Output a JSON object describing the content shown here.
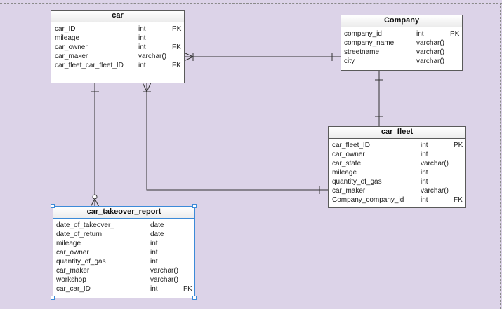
{
  "entities": {
    "car": {
      "name": "car",
      "rows": [
        {
          "field": "car_ID",
          "type": "int",
          "key": "PK"
        },
        {
          "field": "mileage",
          "type": "int",
          "key": ""
        },
        {
          "field": "car_owner",
          "type": "int",
          "key": "FK"
        },
        {
          "field": "car_maker",
          "type": "varchar()",
          "key": ""
        },
        {
          "field": "car_fleet_car_fleet_ID",
          "type": "int",
          "key": "FK"
        }
      ]
    },
    "company": {
      "name": "Company",
      "rows": [
        {
          "field": "company_id",
          "type": "int",
          "key": "PK"
        },
        {
          "field": "company_name",
          "type": "varchar()",
          "key": ""
        },
        {
          "field": "streetname",
          "type": "varchar()",
          "key": ""
        },
        {
          "field": "city",
          "type": "varchar()",
          "key": ""
        }
      ]
    },
    "car_fleet": {
      "name": "car_fleet",
      "rows": [
        {
          "field": "car_fleet_ID",
          "type": "int",
          "key": "PK"
        },
        {
          "field": "car_owner",
          "type": "int",
          "key": ""
        },
        {
          "field": "car_state",
          "type": "varchar()",
          "key": ""
        },
        {
          "field": "mileage",
          "type": "int",
          "key": ""
        },
        {
          "field": "quantity_of_gas",
          "type": "int",
          "key": ""
        },
        {
          "field": "car_maker",
          "type": "varchar()",
          "key": ""
        },
        {
          "field": "Company_company_id",
          "type": "int",
          "key": "FK"
        }
      ]
    },
    "car_takeover_report": {
      "name": "car_takeover_report",
      "rows": [
        {
          "field": "date_of_takeover_",
          "type": "date",
          "key": ""
        },
        {
          "field": "date_of_return",
          "type": "date",
          "key": ""
        },
        {
          "field": "mileage",
          "type": "int",
          "key": ""
        },
        {
          "field": "car_owner",
          "type": "int",
          "key": ""
        },
        {
          "field": "quantity_of_gas",
          "type": "int",
          "key": ""
        },
        {
          "field": "car_maker",
          "type": "varchar()",
          "key": ""
        },
        {
          "field": "workshop",
          "type": "varchar()",
          "key": ""
        },
        {
          "field": "car_car_ID",
          "type": "int",
          "key": "FK"
        }
      ]
    }
  },
  "colors": {
    "background": "#dcd3e8",
    "entity_border": "#5a5a5a",
    "selection": "#3c8ad8",
    "connector": "#333333"
  }
}
